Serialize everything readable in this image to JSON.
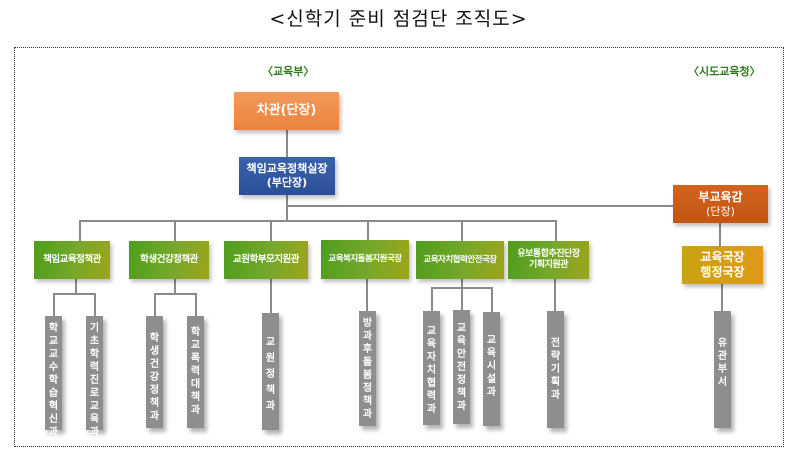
{
  "title": "<신학기 준비 점검단 조직도>",
  "sections": {
    "ministry": "〈교육부〉",
    "provincial": "〈시도교육청〉"
  },
  "ministry": {
    "head": "차관(단장)",
    "deputy": [
      "책임교육정책실장",
      "(부단장)"
    ],
    "divisions": [
      {
        "name": "책임교육정책관",
        "subunits": [
          "학교교수학습혁신과",
          "기초학력진로교육과"
        ]
      },
      {
        "name": "학생건강정책관",
        "subunits": [
          "학생건강정책과",
          "학교폭력대책과"
        ]
      },
      {
        "name": "교원학부모지원관",
        "subunits": [
          "교원정책과"
        ]
      },
      {
        "name": "교육복지돌봄지원국장",
        "subunits": [
          "방과후돌봄정책과"
        ]
      },
      {
        "name": "교육자치협력안전국장",
        "subunits": [
          "교육자치협력과",
          "교육안전정책과",
          "교육시설과"
        ]
      },
      {
        "name": [
          "유보통합추진단장",
          "기획지원관"
        ],
        "subunits": [
          "전략기획과"
        ]
      }
    ]
  },
  "provincial": {
    "head": [
      "부교육감",
      "(단장)"
    ],
    "bureau": [
      "교육국장",
      "행정국장"
    ],
    "subunits": [
      "유관부서"
    ]
  }
}
